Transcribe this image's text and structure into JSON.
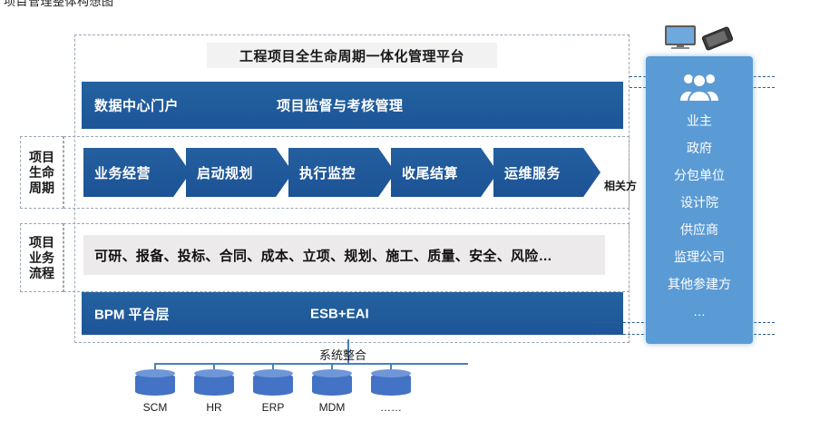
{
  "top_caption": "项目管理整体构想图",
  "platform": {
    "title": "工程项目全生命周期一体化管理平台",
    "portal_band": {
      "left_label": "数据中心门户",
      "mid_label": "项目监督与考核管理"
    },
    "row_labels": {
      "lifecycle": [
        "项目",
        "生命",
        "周期"
      ],
      "process": [
        "项目",
        "业务",
        "流程"
      ]
    },
    "lifecycle_stages": [
      "业务经营",
      "启动规划",
      "执行监控",
      "收尾结算",
      "运维服务"
    ],
    "stakeholder_caption": "相关方",
    "process_bar": "可研、报备、投标、合同、成本、立项、规划、施工、质量、安全、风险…",
    "bpm_band": {
      "left_label": "BPM 平台层",
      "mid_label": "ESB+EAI"
    }
  },
  "stakeholder_panel": {
    "people_icon": "people-group-icon",
    "devices": [
      "monitor-icon",
      "phone-icon"
    ],
    "items": [
      "业主",
      "政府",
      "分包单位",
      "设计院",
      "供应商",
      "监理公司",
      "其他参建方",
      "…"
    ]
  },
  "systems": {
    "caption": "系统整合",
    "databases": [
      "SCM",
      "HR",
      "ERP",
      "MDM",
      "……"
    ]
  },
  "colors": {
    "dark_blue": "#1f5ca5",
    "panel_blue": "#5b9bd5",
    "db_blue": "#4472c4",
    "grey_bar": "#eceaea",
    "title_bg": "#f2f2f2",
    "dashed_border": "#9aa7b4"
  }
}
